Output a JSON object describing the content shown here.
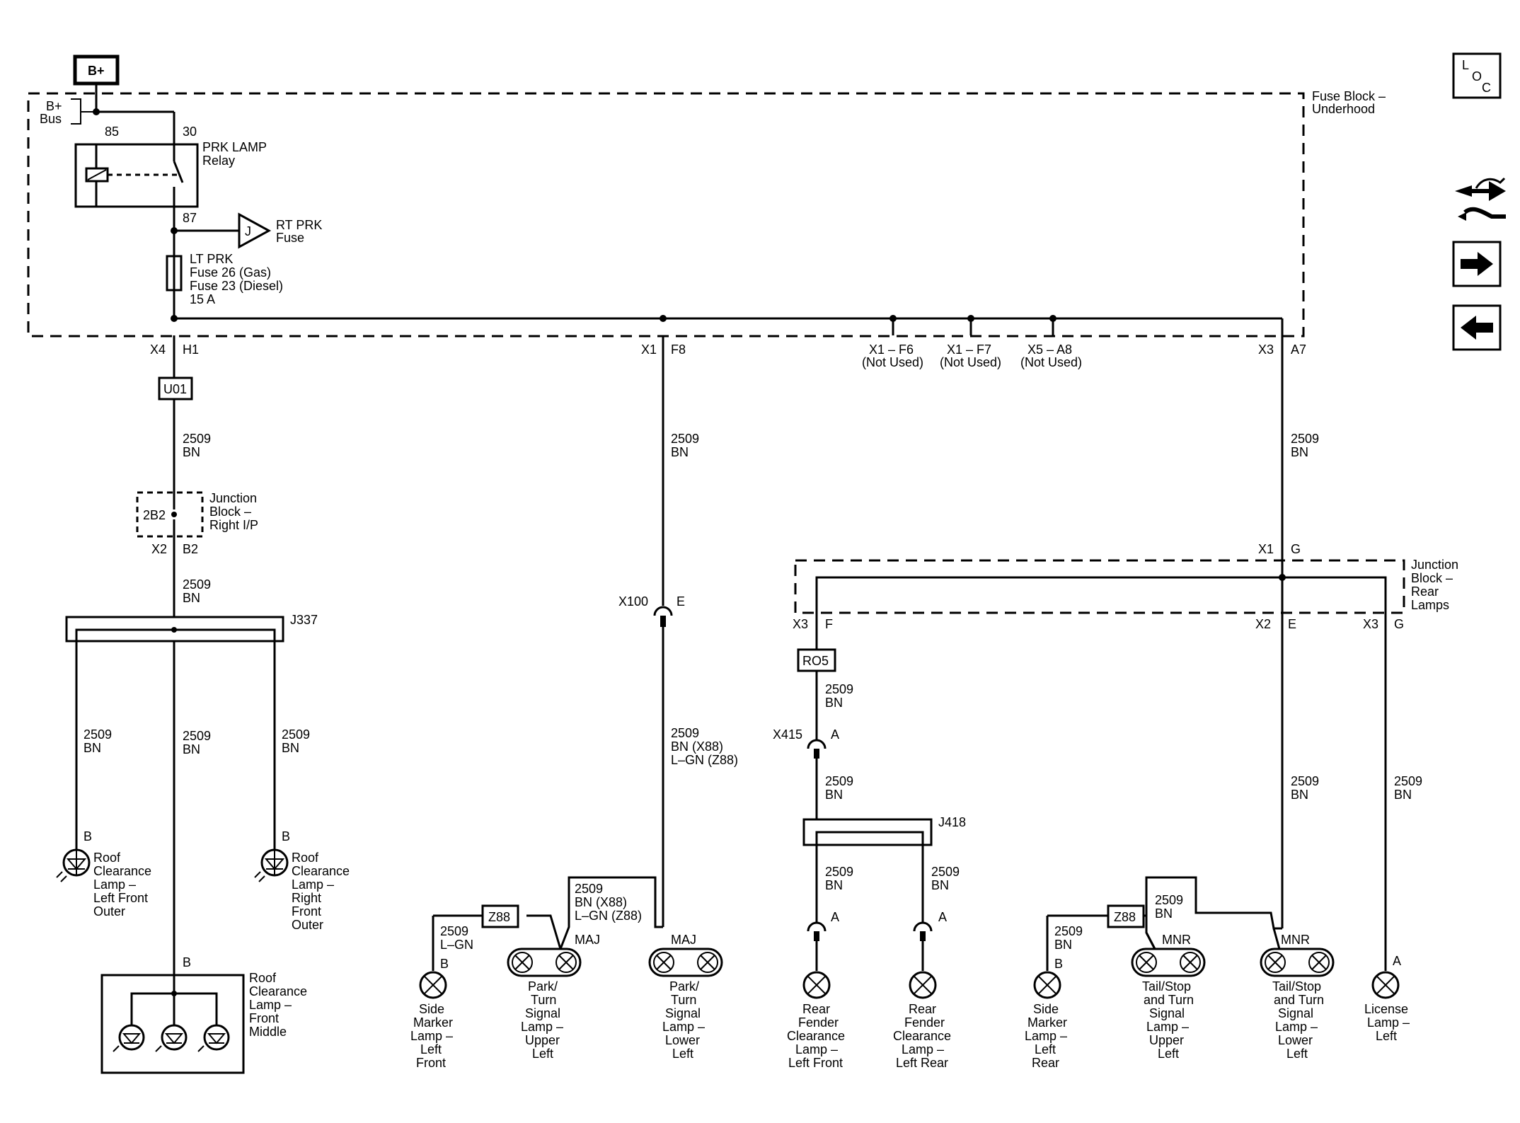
{
  "header": {
    "battery": "B+",
    "bus": [
      "B+",
      "Bus"
    ]
  },
  "fuse_block": {
    "title": [
      "Fuse Block –",
      "Underhood"
    ]
  },
  "relay": {
    "label": [
      "PRK LAMP",
      "Relay"
    ],
    "pin_85": "85",
    "pin_30": "30",
    "pin_87": "87",
    "ref": "J",
    "ref_label": [
      "RT PRK",
      "Fuse"
    ]
  },
  "fuse": {
    "label": [
      "LT PRK",
      "Fuse 26 (Gas)",
      "Fuse 23 (Diesel)",
      "15 A"
    ]
  },
  "outputs": [
    {
      "conn": "X4",
      "pin": "H1"
    },
    {
      "conn": "X1",
      "pin": "F8"
    },
    {
      "conn": "X1 – F6",
      "note": "(Not Used)"
    },
    {
      "conn": "X1 – F7",
      "note": "(Not Used)"
    },
    {
      "conn": "X5 – A8",
      "note": "(Not Used)"
    },
    {
      "conn": "X3",
      "pin": "A7"
    }
  ],
  "splices": {
    "u01": "U01",
    "ro5": "RO5",
    "z88a": "Z88",
    "z88b": "Z88",
    "j337": "J337",
    "j418": "J418"
  },
  "junction_ip": {
    "label": [
      "Junction",
      "Block –",
      "Right I/P"
    ],
    "inline": "2B2",
    "conn": "X2",
    "pin": "B2"
  },
  "junction_rear": {
    "label": [
      "Junction",
      "Block –",
      "Rear",
      "Lamps"
    ],
    "in_conn": "X1",
    "in_pin": "G",
    "out_f_conn": "X3",
    "out_f_pin": "F",
    "out_e_conn": "X2",
    "out_e_pin": "E",
    "out_g_conn": "X3",
    "out_g_pin": "G"
  },
  "inline_connectors": {
    "x100": "X100",
    "x100_pin": "E",
    "x415": "X415",
    "x415_pin": "A",
    "pin_a1": "A",
    "pin_a2": "A"
  },
  "wires": {
    "circuit": "2509",
    "color": "BN",
    "color_lgn": "L–GN",
    "color_multi": [
      "BN (X88)",
      "L–GN (Z88)"
    ]
  },
  "lamps": {
    "roof_lf": {
      "pin": "B",
      "label": [
        "Roof",
        "Clearance",
        "Lamp –",
        "Left Front",
        "Outer"
      ]
    },
    "roof_rf": {
      "pin": "B",
      "label": [
        "Roof",
        "Clearance",
        "Lamp –",
        "Right",
        "Front",
        "Outer"
      ]
    },
    "roof_mid": {
      "pin": "B",
      "label": [
        "Roof",
        "Clearance",
        "Lamp –",
        "Front",
        "Middle"
      ]
    },
    "side_lf": {
      "pin": "B",
      "label": [
        "Side",
        "Marker",
        "Lamp –",
        "Left",
        "Front"
      ]
    },
    "park_upper": {
      "pin": "MAJ",
      "label": [
        "Park/",
        "Turn",
        "Signal",
        "Lamp –",
        "Upper",
        "Left"
      ]
    },
    "park_lower": {
      "pin": "MAJ",
      "label": [
        "Park/",
        "Turn",
        "Signal",
        "Lamp –",
        "Lower",
        "Left"
      ]
    },
    "fender_front": {
      "label": [
        "Rear",
        "Fender",
        "Clearance",
        "Lamp –",
        "Left Front"
      ]
    },
    "fender_rear": {
      "label": [
        "Rear",
        "Fender",
        "Clearance",
        "Lamp –",
        "Left Rear"
      ]
    },
    "side_lr": {
      "pin": "B",
      "label": [
        "Side",
        "Marker",
        "Lamp –",
        "Left",
        "Rear"
      ]
    },
    "tail_upper": {
      "pin": "MNR",
      "label": [
        "Tail/Stop",
        "and Turn",
        "Signal",
        "Lamp –",
        "Upper",
        "Left"
      ]
    },
    "tail_lower": {
      "pin": "MNR",
      "label": [
        "Tail/Stop",
        "and Turn",
        "Signal",
        "Lamp –",
        "Lower",
        "Left"
      ]
    },
    "license": {
      "pin": "A",
      "label": [
        "License",
        "Lamp –",
        "Left"
      ]
    }
  },
  "nav": {
    "loc": [
      "L",
      "O",
      "C"
    ],
    "icons": [
      "wiring-harness-icon",
      "arrow-right-icon",
      "arrow-left-icon"
    ]
  }
}
